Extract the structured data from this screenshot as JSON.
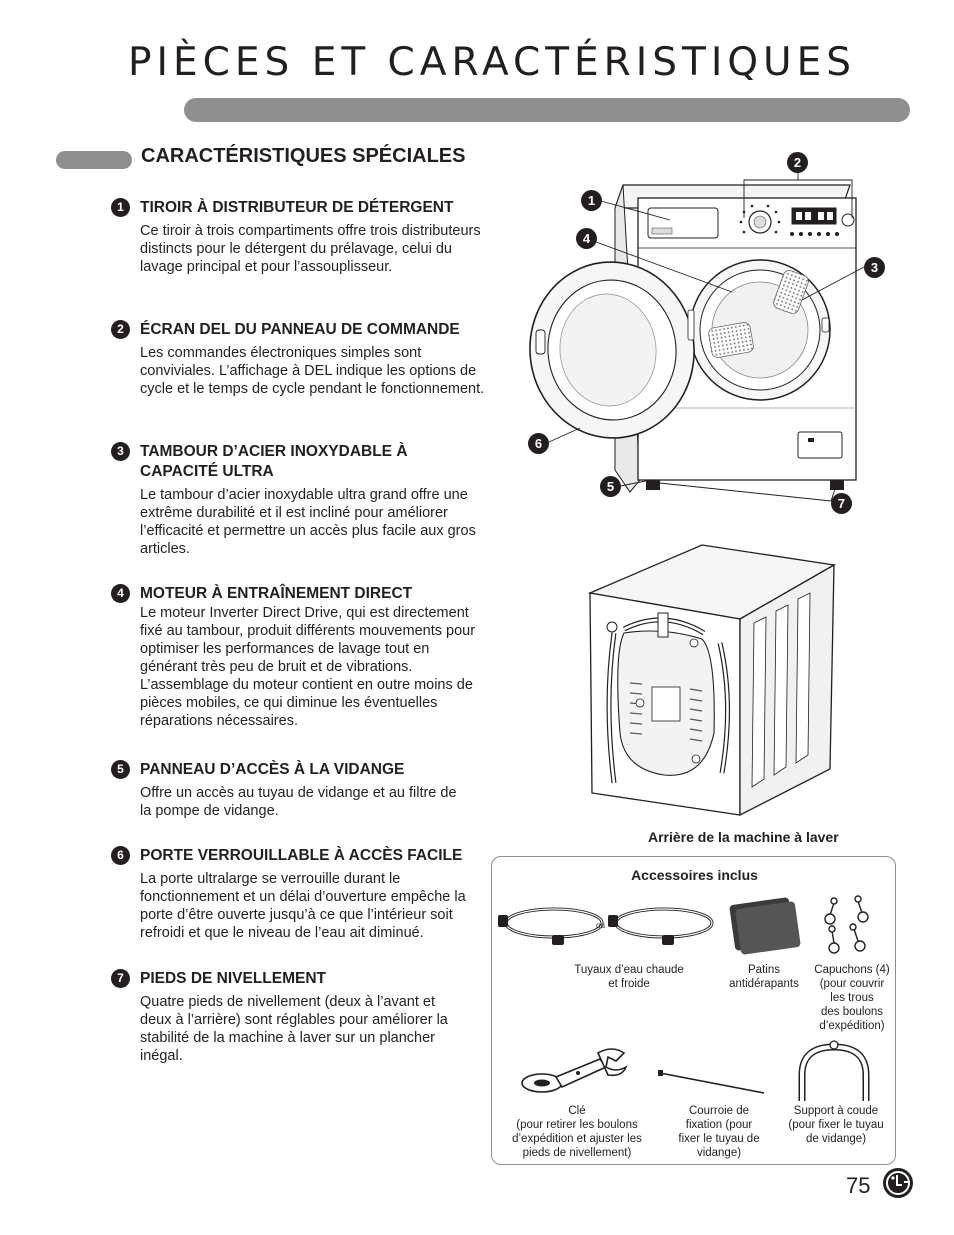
{
  "header": {
    "title": "PIÈCES ET CARACTÉRISTIQUES"
  },
  "section": {
    "title": "CARACTÉRISTIQUES SPÉCIALES"
  },
  "features": [
    {
      "number": "1",
      "title": "TIROIR À DISTRIBUTEUR DE DÉTERGENT",
      "body": "Ce tiroir à trois compartiments offre trois distributeurs distincts pour le détergent du prélavage, celui du lavage principal et pour l’assouplisseur."
    },
    {
      "number": "2",
      "title": "ÉCRAN DEL DU PANNEAU DE COMMANDE",
      "body": "Les commandes électroniques simples sont conviviales. L’affichage à DEL indique les options de cycle et le temps de cycle pendant le fonctionnement."
    },
    {
      "number": "3",
      "title": "TAMBOUR D’ACIER INOXYDABLE À CAPACITÉ ULTRA",
      "body": "Le tambour d’acier inoxydable ultra grand offre une extrême durabilité et il est incliné pour améliorer l’efficacité et permettre un accès plus facile aux gros articles."
    },
    {
      "number": "4",
      "title": "MOTEUR À ENTRAÎNEMENT DIRECT",
      "body": "Le moteur Inverter Direct Drive, qui est directement fixé au tambour, produit différents mouvements pour optimiser les performances de lavage tout en générant très peu de bruit et de vibrations. L’assemblage du moteur contient en outre moins de pièces mobiles, ce qui diminue les éventuelles réparations nécessaires."
    },
    {
      "number": "5",
      "title": "PANNEAU D’ACCÈS À LA VIDANGE",
      "body": "Offre un accès au tuyau de vidange et au filtre de la pompe de vidange."
    },
    {
      "number": "6",
      "title": "PORTE VERROUILLABLE À ACCÈS FACILE",
      "body": "La porte ultralarge se verrouille durant le fonctionnement et un délai d’ouverture empêche la porte d’être ouverte jusqu’à ce que l’intérieur soit refroidi et que le niveau de l’eau ait diminué."
    },
    {
      "number": "7",
      "title": "PIEDS DE NIVELLEMENT",
      "body": "Quatre pieds de nivellement (deux à l’avant et deux à l’arrière) sont réglables pour améliorer la stabilité de la machine à laver sur un plancher inégal."
    }
  ],
  "diagram": {
    "callouts": [
      "1",
      "2",
      "3",
      "4",
      "5",
      "6",
      "7"
    ],
    "rear_caption": "Arrière de la machine à laver"
  },
  "accessories": {
    "title": "Accessoires inclus",
    "or_label": "ou",
    "items": [
      {
        "label": "Tuyaux d’eau chaude\net froide",
        "icon": "hoses-icon"
      },
      {
        "label": "Patins\nantidérapants",
        "icon": "anti-slip-pads-icon"
      },
      {
        "label": "Capuchons (4)\n(pour couvrir\nles trous\ndes boulons\nd’expédition)",
        "icon": "caps-icon"
      },
      {
        "label": "Clé\n(pour retirer les boulons\nd’expédition et ajuster les\npieds de nivellement)",
        "icon": "wrench-icon"
      },
      {
        "label": "Courroie de\nfixation (pour\nfixer le tuyau de\nvidange)",
        "icon": "tie-strap-icon"
      },
      {
        "label": "Support à coude\n(pour fixer le tuyau\nde vidange)",
        "icon": "elbow-bracket-icon"
      }
    ]
  },
  "footer": {
    "page_number": "75",
    "logo_text": "LG"
  }
}
